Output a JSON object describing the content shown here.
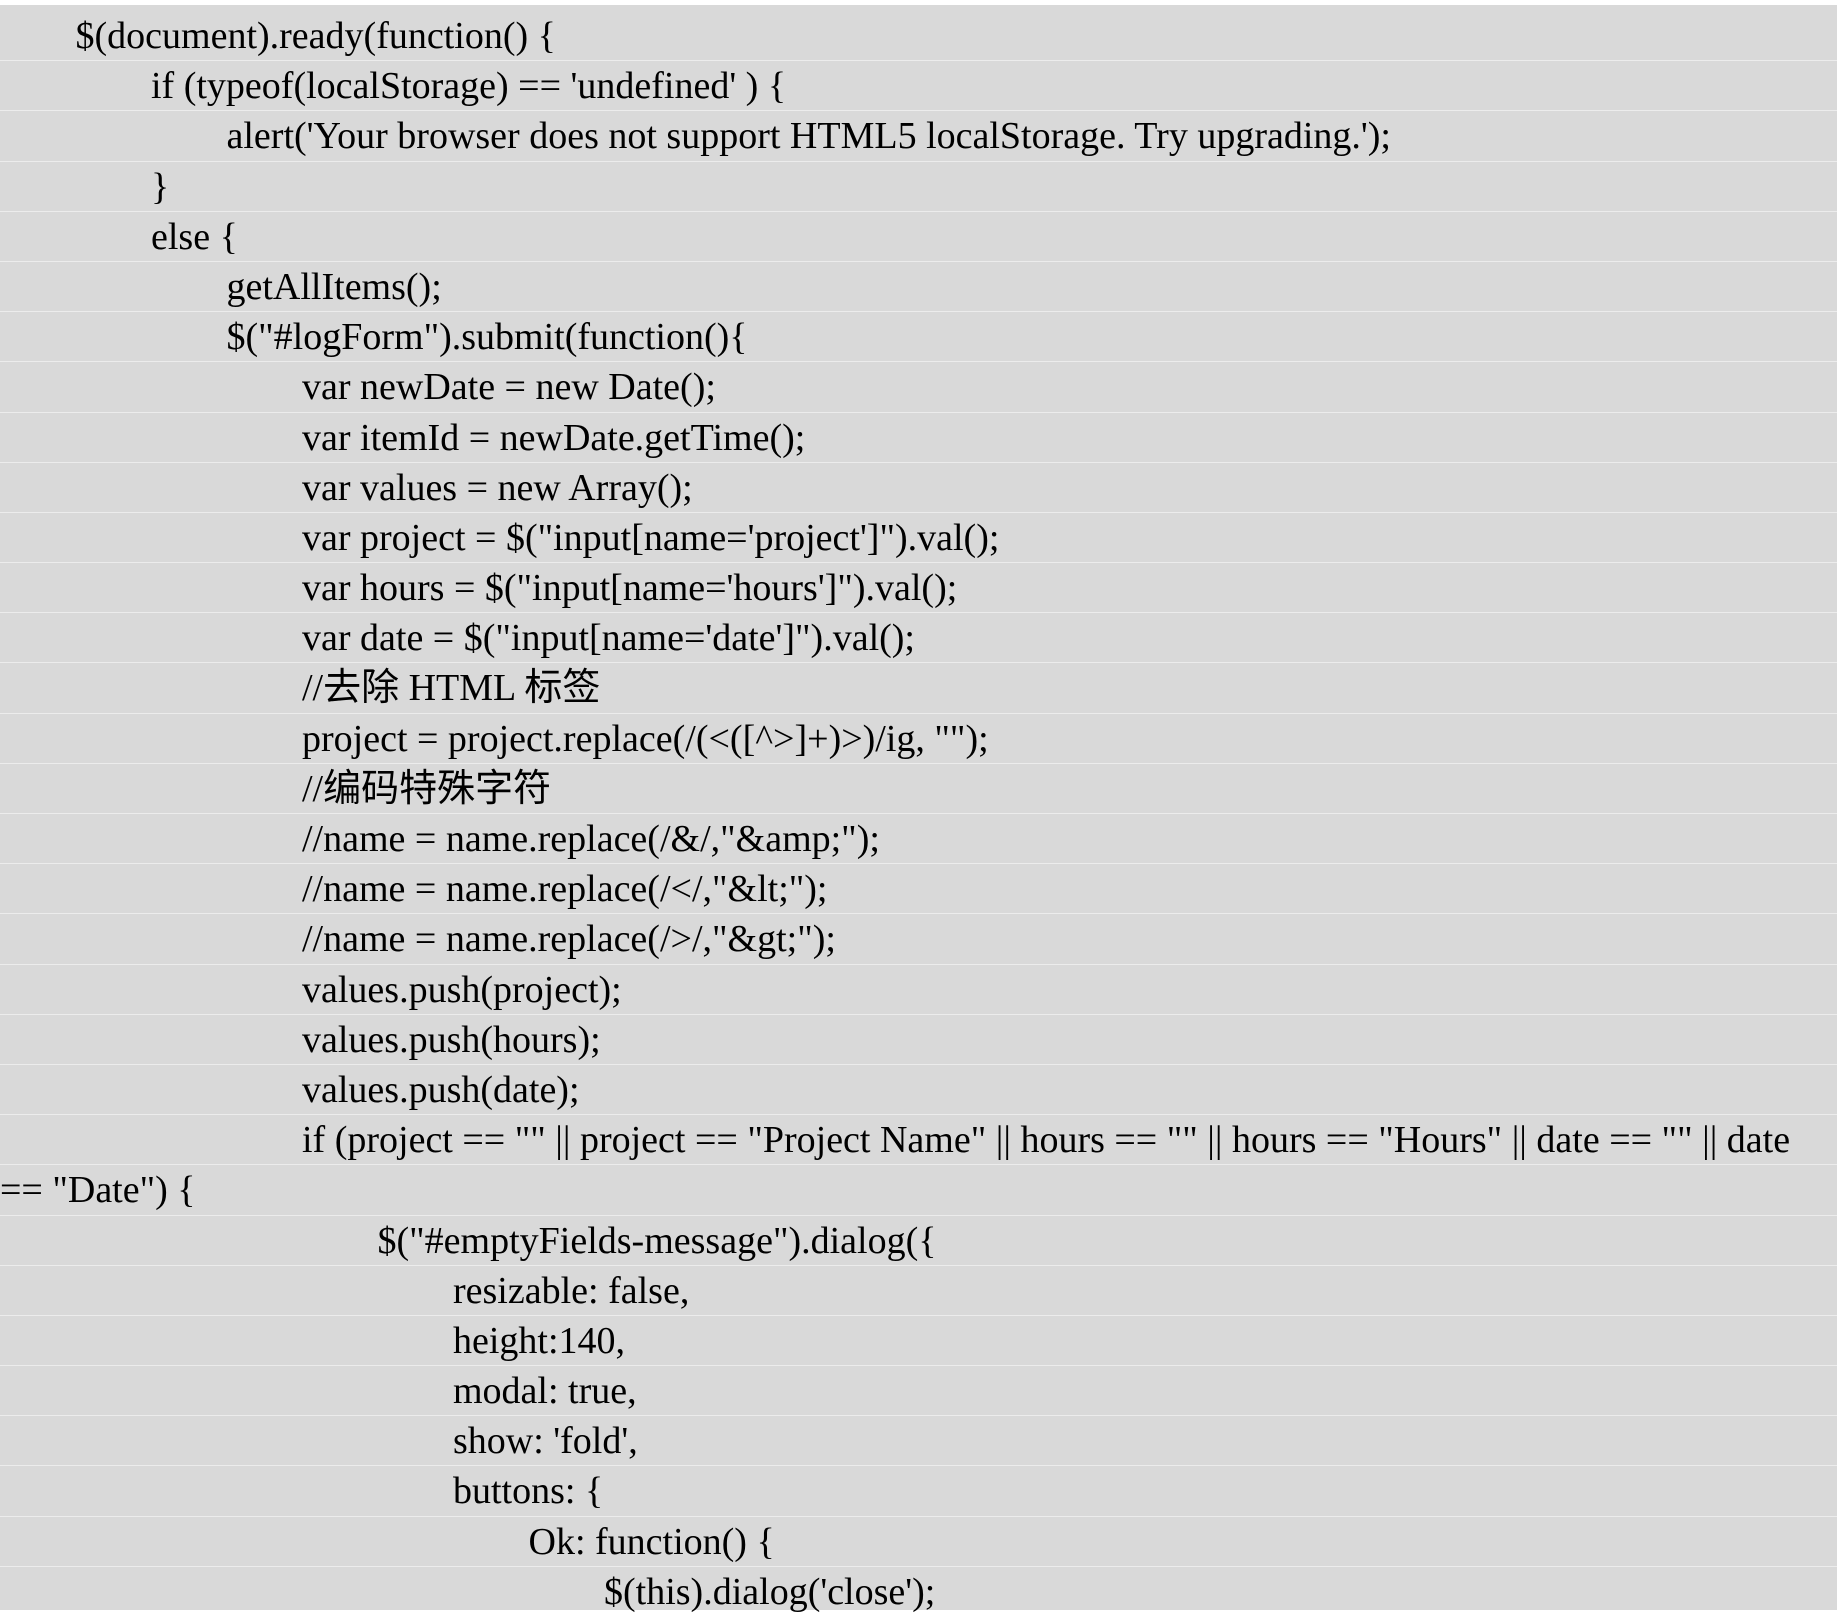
{
  "document": {
    "background_color": "#d9d9d9",
    "text_color": "#000000",
    "lines": [
      {
        "indent": 1,
        "text": "$(document).ready(function() {"
      },
      {
        "indent": 2,
        "text": "if (typeof(localStorage) == 'undefined' ) {"
      },
      {
        "indent": 3,
        "text": "alert('Your browser does not support HTML5 localStorage. Try upgrading.');"
      },
      {
        "indent": 2,
        "text": "}"
      },
      {
        "indent": 2,
        "text": "else {"
      },
      {
        "indent": 3,
        "text": "getAllItems();"
      },
      {
        "indent": 3,
        "text": "$(\"#logForm\").submit(function(){"
      },
      {
        "indent": 4,
        "text": "var newDate = new Date();"
      },
      {
        "indent": 4,
        "text": "var itemId = newDate.getTime();"
      },
      {
        "indent": 4,
        "text": "var values = new Array();"
      },
      {
        "indent": 4,
        "text": "var project = $(\"input[name='project']\").val();"
      },
      {
        "indent": 4,
        "text": "var hours = $(\"input[name='hours']\").val();"
      },
      {
        "indent": 4,
        "text": "var date = $(\"input[name='date']\").val();"
      },
      {
        "indent": 4,
        "text": "//去除 HTML 标签"
      },
      {
        "indent": 4,
        "text": "project = project.replace(/(<([^>]+)>)/ig, \"\");"
      },
      {
        "indent": 4,
        "text": "//编码特殊字符"
      },
      {
        "indent": 4,
        "text": "//name = name.replace(/&/,\"&amp;\");"
      },
      {
        "indent": 4,
        "text": "//name = name.replace(/</,\"&lt;\");"
      },
      {
        "indent": 4,
        "text": "//name = name.replace(/>/,\"&gt;\");"
      },
      {
        "indent": 4,
        "text": "values.push(project);"
      },
      {
        "indent": 4,
        "text": "values.push(hours);"
      },
      {
        "indent": 4,
        "text": "values.push(date);"
      },
      {
        "indent": 4,
        "text": "if (project == \"\" || project == \"Project Name\" || hours == \"\" || hours == \"Hours\" || date == \"\" || date"
      },
      {
        "indent": 0,
        "text": "== \"Date\") {"
      },
      {
        "indent": 5,
        "text": "$(\"#emptyFields-message\").dialog({"
      },
      {
        "indent": 6,
        "text": "resizable: false,"
      },
      {
        "indent": 6,
        "text": "height:140,"
      },
      {
        "indent": 6,
        "text": "modal: true,"
      },
      {
        "indent": 6,
        "text": "show: 'fold',"
      },
      {
        "indent": 6,
        "text": "buttons: {"
      },
      {
        "indent": 7,
        "text": "Ok: function() {"
      },
      {
        "indent": 8,
        "text": "$(this).dialog('close');"
      }
    ]
  }
}
